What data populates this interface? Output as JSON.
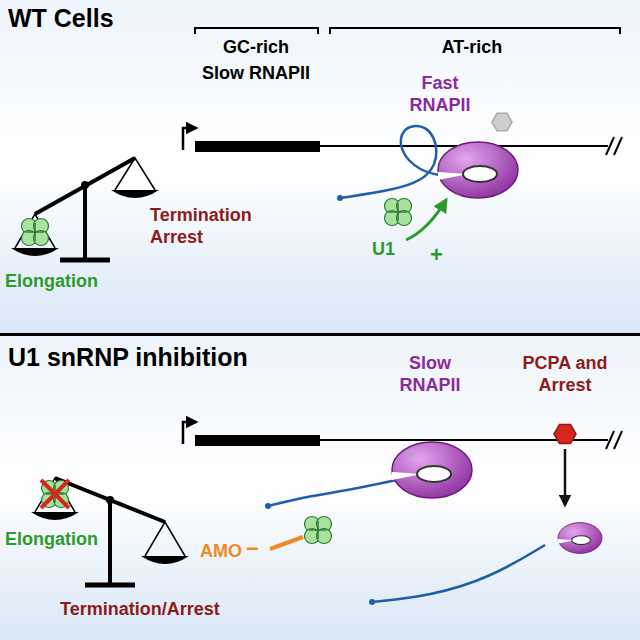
{
  "diagram": {
    "nodes": [
      {
        "text": [
          "WT Cells"
        ]
      },
      {
        "text": [
          "U1 snRNP inhibition"
        ]
      }
    ],
    "labels": [
      "GC-rich",
      "AT-rich",
      "Slow RNAPII",
      "Fast RNAPII",
      "U1",
      "+",
      "Elongation",
      "Termination Arrest",
      "Elongation",
      "Termination/Arrest",
      "Slow RNAPII",
      "PCPA and Arrest",
      "AMO",
      "−"
    ]
  }
}
